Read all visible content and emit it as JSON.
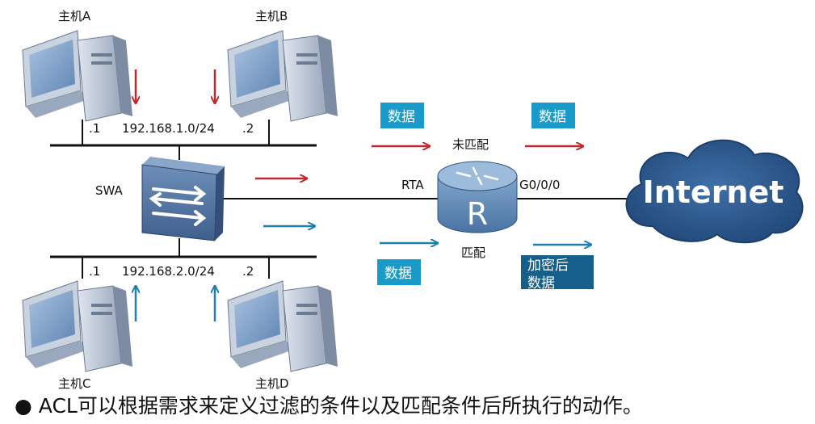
{
  "hosts": {
    "a": "主机A",
    "b": "主机B",
    "c": "主机C",
    "d": "主机D"
  },
  "network1": {
    "suffix_left": ".1",
    "subnet": "192.168.1.0/24",
    "suffix_right": ".2"
  },
  "network2": {
    "suffix_left": ".1",
    "subnet": "192.168.2.0/24",
    "suffix_right": ".2"
  },
  "switch_label": "SWA",
  "router_label": "RTA",
  "router_letter": "R",
  "interface_label": "G0/0/0",
  "cloud_label": "Internet",
  "flow": {
    "data_box_top_left": "数据",
    "data_box_top_right": "数据",
    "data_box_bottom_left": "数据",
    "encrypted_box_line1": "加密后",
    "encrypted_box_line2": "数据",
    "unmatched": "未匹配",
    "matched": "匹配"
  },
  "caption": {
    "bullet": "●",
    "text": "ACL可以根据需求来定义过滤的条件以及匹配条件后所执行的动作。"
  },
  "colors": {
    "red_arrow": "#c0282d",
    "blue_arrow": "#1f7fb0",
    "box_fill": "#1a9ac9",
    "box_fill_dark": "#155f8a",
    "cloud": "#2f5f93",
    "device": "#5a7eaa"
  }
}
